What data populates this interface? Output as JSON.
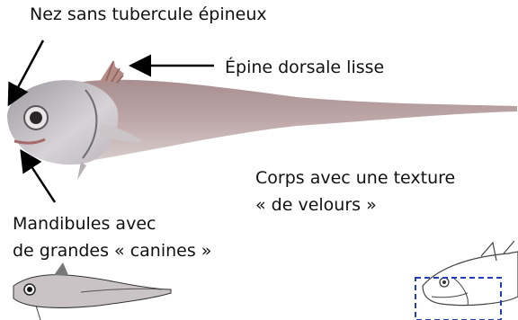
{
  "labels": {
    "nose": "Nez sans tubercule épineux",
    "dorsal_spine": "Épine dorsale lisse",
    "body_texture_line1": "Corps avec une texture",
    "body_texture_line2": "« de velours »",
    "mandibles_line1": "Mandibules avec",
    "mandibles_line2": "de grandes « canines »"
  },
  "colors": {
    "fish_body": "#b39a9a",
    "fish_belly": "#d9d3d5",
    "fish_head": "#c9c3c8",
    "arrow": "#000000",
    "dashed_box": "#1f3fbf"
  }
}
